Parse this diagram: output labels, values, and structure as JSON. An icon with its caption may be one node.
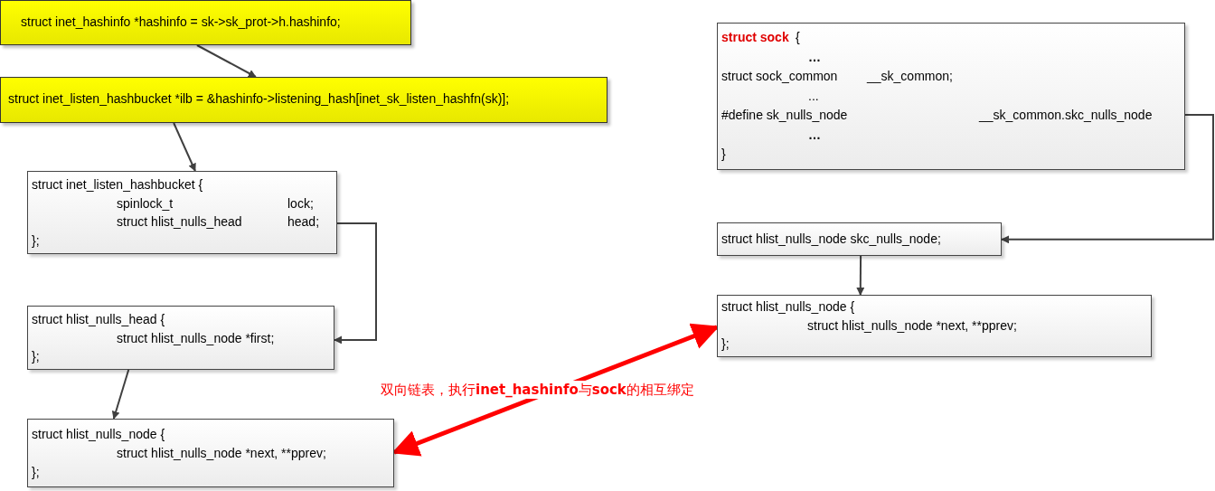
{
  "diagram": {
    "nodes": [
      {
        "text": [
          "struct inet_hashinfo *hashinfo = sk->sk_prot->h.hashinfo;"
        ]
      },
      {
        "text": [
          "struct inet_listen_hashbucket *ilb = &hashinfo->listening_hash[inet_sk_listen_hashfn(sk)];"
        ]
      },
      {
        "text": [
          "struct inet_listen_hashbucket {",
          "spinlock_t",
          "lock;",
          "struct hlist_nulls_head",
          "head;",
          "};"
        ]
      },
      {
        "text": [
          "struct hlist_nulls_head {",
          "struct hlist_nulls_node *first;",
          "};"
        ]
      },
      {
        "text": [
          "struct hlist_nulls_node {",
          "struct hlist_nulls_node *next, **pprev;",
          "};"
        ]
      },
      {
        "text": [
          "struct sock",
          "{",
          "…",
          "struct sock_common",
          "__sk_common;",
          "...",
          "#define sk_nulls_node",
          "__sk_common.skc_nulls_node",
          "…",
          "}"
        ]
      },
      {
        "text": [
          "struct hlist_nulls_node skc_nulls_node;"
        ]
      },
      {
        "text": [
          "struct hlist_nulls_node {",
          "struct hlist_nulls_node *next, **pprev;",
          "};"
        ]
      }
    ],
    "edges": [
      {
        "from": 0,
        "to": 1,
        "arrow": "to"
      },
      {
        "from": 1,
        "to": 2,
        "arrow": "to"
      },
      {
        "from": 2,
        "to": 3,
        "arrow": "to"
      },
      {
        "from": 3,
        "to": 4,
        "arrow": "to"
      },
      {
        "from": 5,
        "to": 6,
        "arrow": "to"
      },
      {
        "from": 6,
        "to": 7,
        "arrow": "to"
      },
      {
        "from": 4,
        "to": 7,
        "arrow": "both",
        "label": "双向链表，执行**inet_hashinfo**与**sock**的相互绑定",
        "style": "thick",
        "color": "#ff0000"
      }
    ]
  }
}
